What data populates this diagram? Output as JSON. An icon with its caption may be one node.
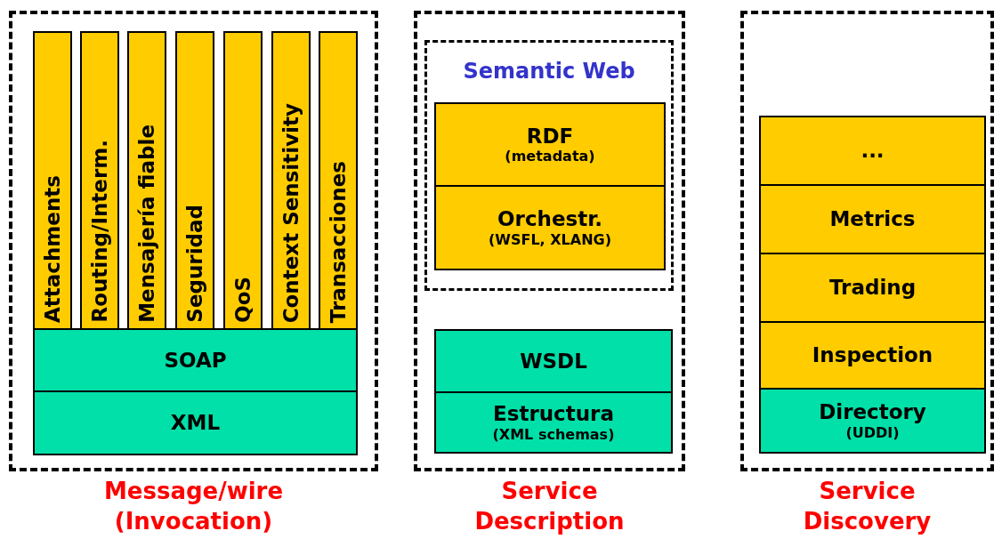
{
  "diagram": {
    "nodes": [
      {
        "text": [
          "Message/wire (Invocation)"
        ]
      },
      {
        "text": [
          "Attachments"
        ],
        "in": 0
      },
      {
        "text": [
          "Routing/Interm."
        ],
        "in": 0
      },
      {
        "text": [
          "Mensajería fiable"
        ],
        "in": 0
      },
      {
        "text": [
          "Seguridad"
        ],
        "in": 0
      },
      {
        "text": [
          "QoS"
        ],
        "in": 0
      },
      {
        "text": [
          "Context Sensitivity"
        ],
        "in": 0
      },
      {
        "text": [
          "Transacciones"
        ],
        "in": 0
      },
      {
        "text": [
          "SOAP"
        ],
        "in": 0
      },
      {
        "text": [
          "XML"
        ],
        "in": 0
      },
      {
        "text": [
          "Service Description"
        ]
      },
      {
        "text": [
          "Semantic Web"
        ],
        "in": 10
      },
      {
        "text": [
          "RDF",
          "(metadata)"
        ],
        "in": 11
      },
      {
        "text": [
          "Orchestr.",
          "(WSFL, XLANG)"
        ],
        "in": 11
      },
      {
        "text": [
          "WSDL"
        ],
        "in": 10
      },
      {
        "text": [
          "Estructura",
          "(XML schemas)"
        ],
        "in": 10
      },
      {
        "text": [
          "Service Discovery"
        ]
      },
      {
        "text": [
          "..."
        ],
        "in": 16
      },
      {
        "text": [
          "Metrics"
        ],
        "in": 16
      },
      {
        "text": [
          "Trading"
        ],
        "in": 16
      },
      {
        "text": [
          "Inspection"
        ],
        "in": 16
      },
      {
        "text": [
          "Directory",
          "(UDDI)"
        ],
        "in": 16
      }
    ]
  }
}
